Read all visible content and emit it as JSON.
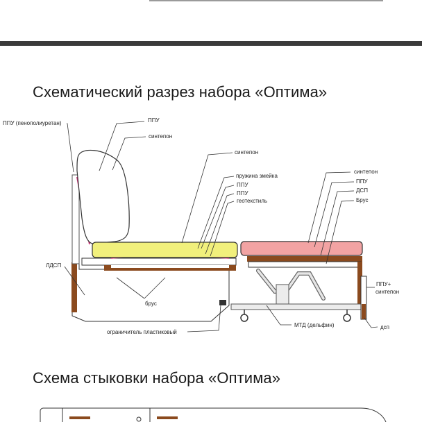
{
  "headings": {
    "section": "Схематический разрез набора «Оптима»",
    "docking": "Схема стыковки набора «Оптима»"
  },
  "labels": {
    "ppu_left": "ППУ (пенополиуретан)",
    "ppu_top": "ППУ",
    "sintepon_back": "синтепон",
    "sintepon_seat": "синтепон",
    "spring": "пружина змейка",
    "ppu_seat_a": "ППУ",
    "ppu_seat_b": "ППУ",
    "geotextile": "геотекстиль",
    "ldsp": "ЛДСП",
    "brus": "брус",
    "limiter": "ограничитель пластиковый",
    "sintepon_ext": "синтепон",
    "ppu_ext": "ППУ",
    "dsp_ext": "ДСП",
    "brus_ext": "Брус",
    "ppu_sintepon_line1": "ППУ+",
    "ppu_sintepon_line2": "синтепон",
    "mtd": "МТД (дельфин)",
    "dsp_small": "дсп"
  },
  "colors": {
    "seat_cushion": "#f1f07c",
    "ext_cushion": "#f2a3a3",
    "wood": "#8b4a1e",
    "back_accent": "#cc3377",
    "rule": "#3b3b3b"
  }
}
